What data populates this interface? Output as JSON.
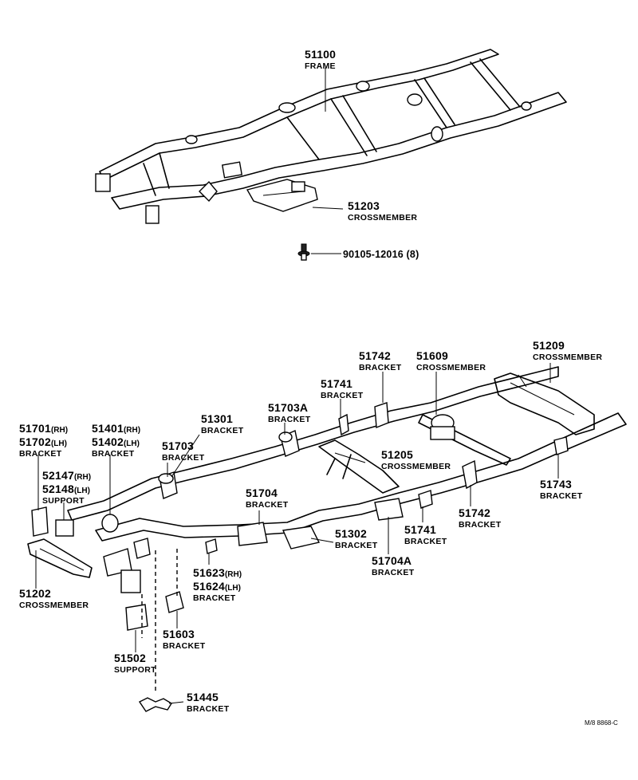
{
  "callouts": {
    "frame": {
      "number": "51100",
      "name": "FRAME"
    },
    "crossmember_51203": {
      "number": "51203",
      "name": "CROSSMEMBER"
    },
    "bolt": {
      "number": "90105-12016 (8)"
    },
    "b51742_top": {
      "number": "51742",
      "name": "BRACKET"
    },
    "cm51609": {
      "number": "51609",
      "name": "CROSSMEMBER"
    },
    "cm51209": {
      "number": "51209",
      "name": "CROSSMEMBER"
    },
    "b51741_top": {
      "number": "51741",
      "name": "BRACKET"
    },
    "b51703A": {
      "number": "51703A",
      "name": "BRACKET"
    },
    "b51301": {
      "number": "51301",
      "name": "BRACKET"
    },
    "b51701": {
      "number1": "51701",
      "sfx1": "(RH)",
      "number2": "51702",
      "sfx2": "(LH)",
      "name": "BRACKET"
    },
    "b51401": {
      "number1": "51401",
      "sfx1": "(RH)",
      "number2": "51402",
      "sfx2": "(LH)",
      "name": "BRACKET"
    },
    "b51703": {
      "number": "51703",
      "name": "BRACKET"
    },
    "s52147": {
      "number1": "52147",
      "sfx1": "(RH)",
      "number2": "52148",
      "sfx2": "(LH)",
      "name": "SUPPORT"
    },
    "cm51205": {
      "number": "51205",
      "name": "CROSSMEMBER"
    },
    "b51704": {
      "number": "51704",
      "name": "BRACKET"
    },
    "b51743": {
      "number": "51743",
      "name": "BRACKET"
    },
    "b51742_bot": {
      "number": "51742",
      "name": "BRACKET"
    },
    "b51302": {
      "number": "51302",
      "name": "BRACKET"
    },
    "b51741_bot": {
      "number": "51741",
      "name": "BRACKET"
    },
    "b51704A": {
      "number": "51704A",
      "name": "BRACKET"
    },
    "b51623": {
      "number1": "51623",
      "sfx1": "(RH)",
      "number2": "51624",
      "sfx2": "(LH)",
      "name": "BRACKET"
    },
    "cm51202": {
      "number": "51202",
      "name": "CROSSMEMBER"
    },
    "b51603": {
      "number": "51603",
      "name": "BRACKET"
    },
    "s51502": {
      "number": "51502",
      "name": "SUPPORT"
    },
    "b51445": {
      "number": "51445",
      "name": "BRACKET"
    }
  },
  "drawing_code": "M/8  8868-C"
}
